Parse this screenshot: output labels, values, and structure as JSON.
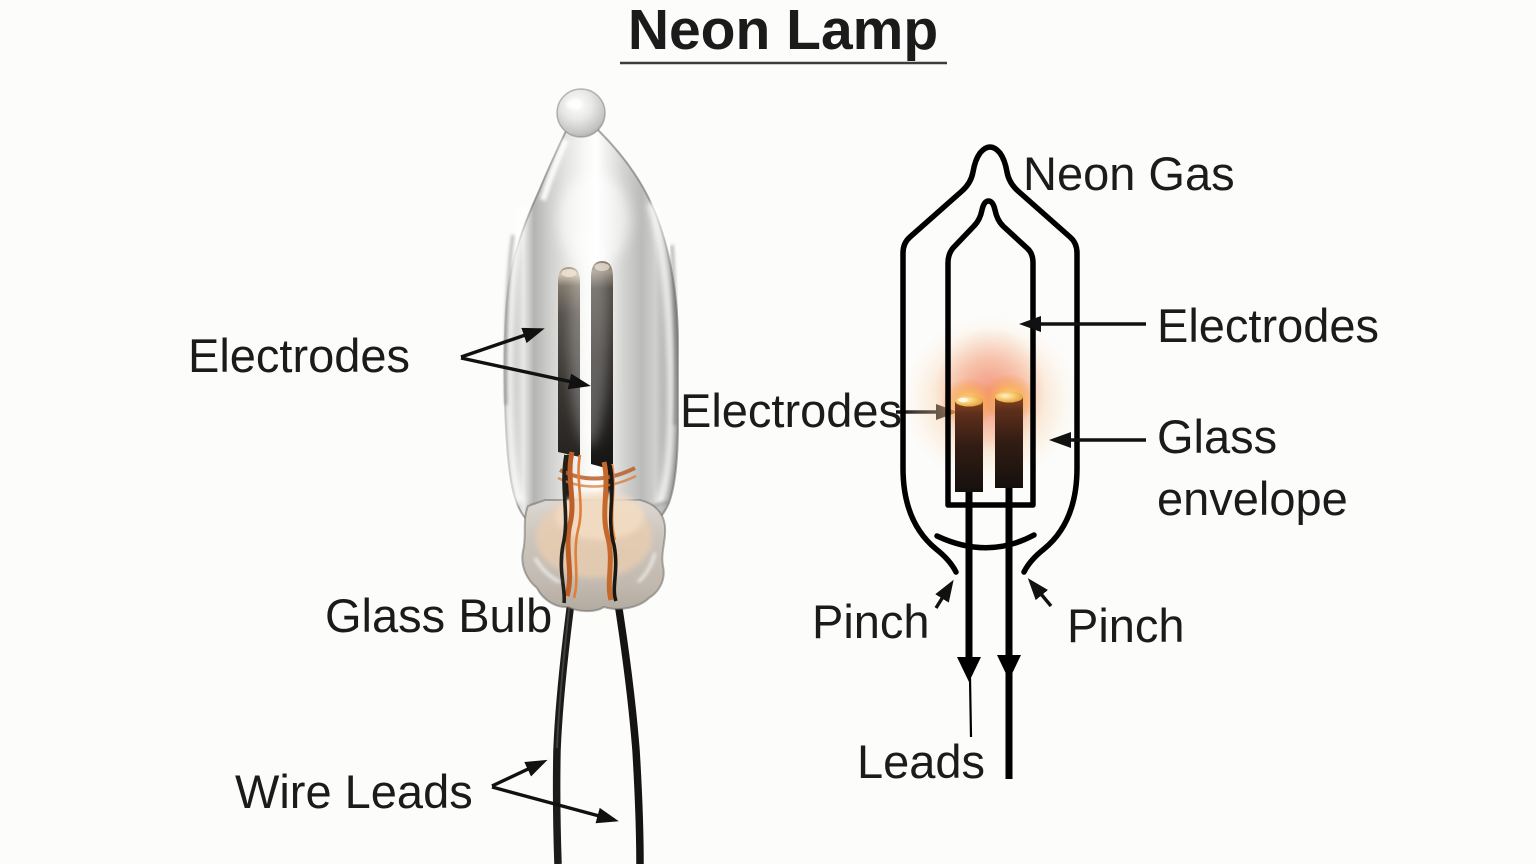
{
  "title": "Neon Lamp",
  "colors": {
    "background": "#fcfcfb",
    "line": "#000000",
    "text": "#1b1b1b",
    "glow": "#f4926a",
    "glow_tip": "#f6c465",
    "copper_wire": "#c4682c",
    "glass_gray": "#d8d8d6"
  },
  "left_diagram": {
    "name": "realistic neon lamp render",
    "labels": {
      "electrodes": "Electrodes",
      "glass_bulb": "Glass Bulb",
      "wire_leads": "Wire Leads"
    }
  },
  "center_label": {
    "electrodes": "Electrodes"
  },
  "right_diagram": {
    "name": "neon lamp schematic",
    "labels": {
      "neon_gas": "Neon Gas",
      "electrodes": "Electrodes",
      "glass_envelope_line1": "Glass",
      "glass_envelope_line2": "envelope",
      "pinch_left": "Pinch",
      "pinch_right": "Pinch",
      "leads": "Leads"
    }
  }
}
